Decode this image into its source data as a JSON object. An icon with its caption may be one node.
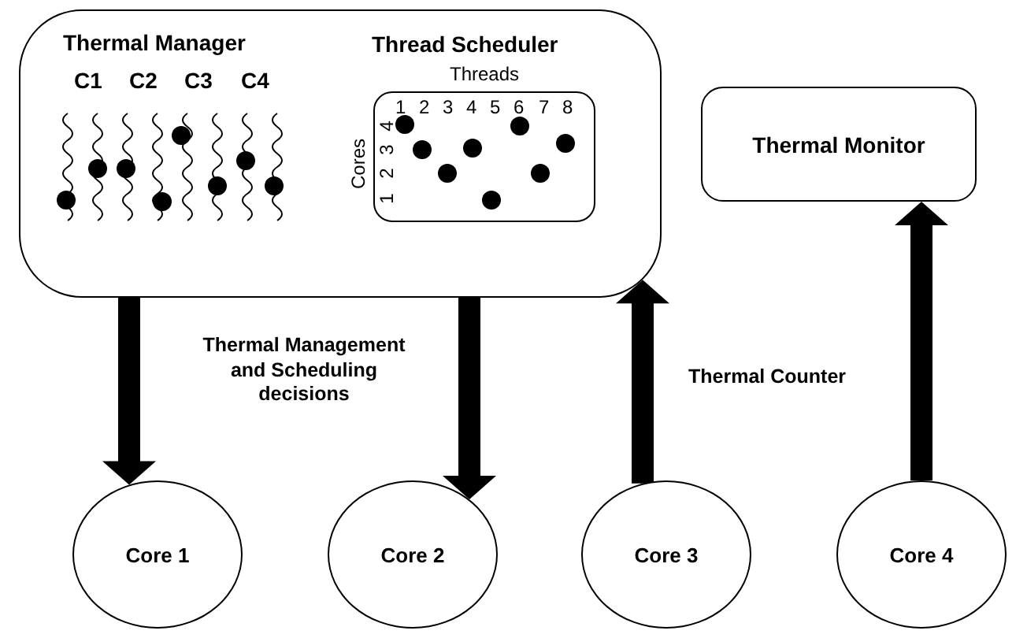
{
  "diagram": {
    "nodes": [
      {
        "text": [],
        "shape": "box"
      },
      {
        "text": [
          "Threads"
        ],
        "in": 0
      },
      {
        "text": [
          "Thermal Monitor"
        ]
      },
      {
        "text": [
          "Core 1"
        ]
      },
      {
        "text": [
          "Core 2"
        ]
      },
      {
        "text": [
          "Core 3"
        ]
      },
      {
        "text": [
          "Core 4"
        ]
      }
    ],
    "edges": [
      {
        "from": 0,
        "to": 3,
        "arrow": "to",
        "style": "thick"
      },
      {
        "from": 0,
        "to": 4,
        "arrow": "to",
        "style": "thick"
      },
      {
        "from": 5,
        "to": 0,
        "arrow": "to",
        "style": "thick"
      },
      {
        "from": 6,
        "to": 2,
        "arrow": "to",
        "style": "thick"
      }
    ],
    "labels": [
      "Thermal Manager",
      "C1",
      "C2",
      "C3",
      "C4",
      "Thread Scheduler",
      "1",
      "2",
      "3",
      "4",
      "5",
      "6",
      "7",
      "8",
      "Cores",
      "4",
      "3",
      "2",
      "1",
      "Thermal Management and Scheduling decisions",
      "Thermal Counter"
    ]
  }
}
